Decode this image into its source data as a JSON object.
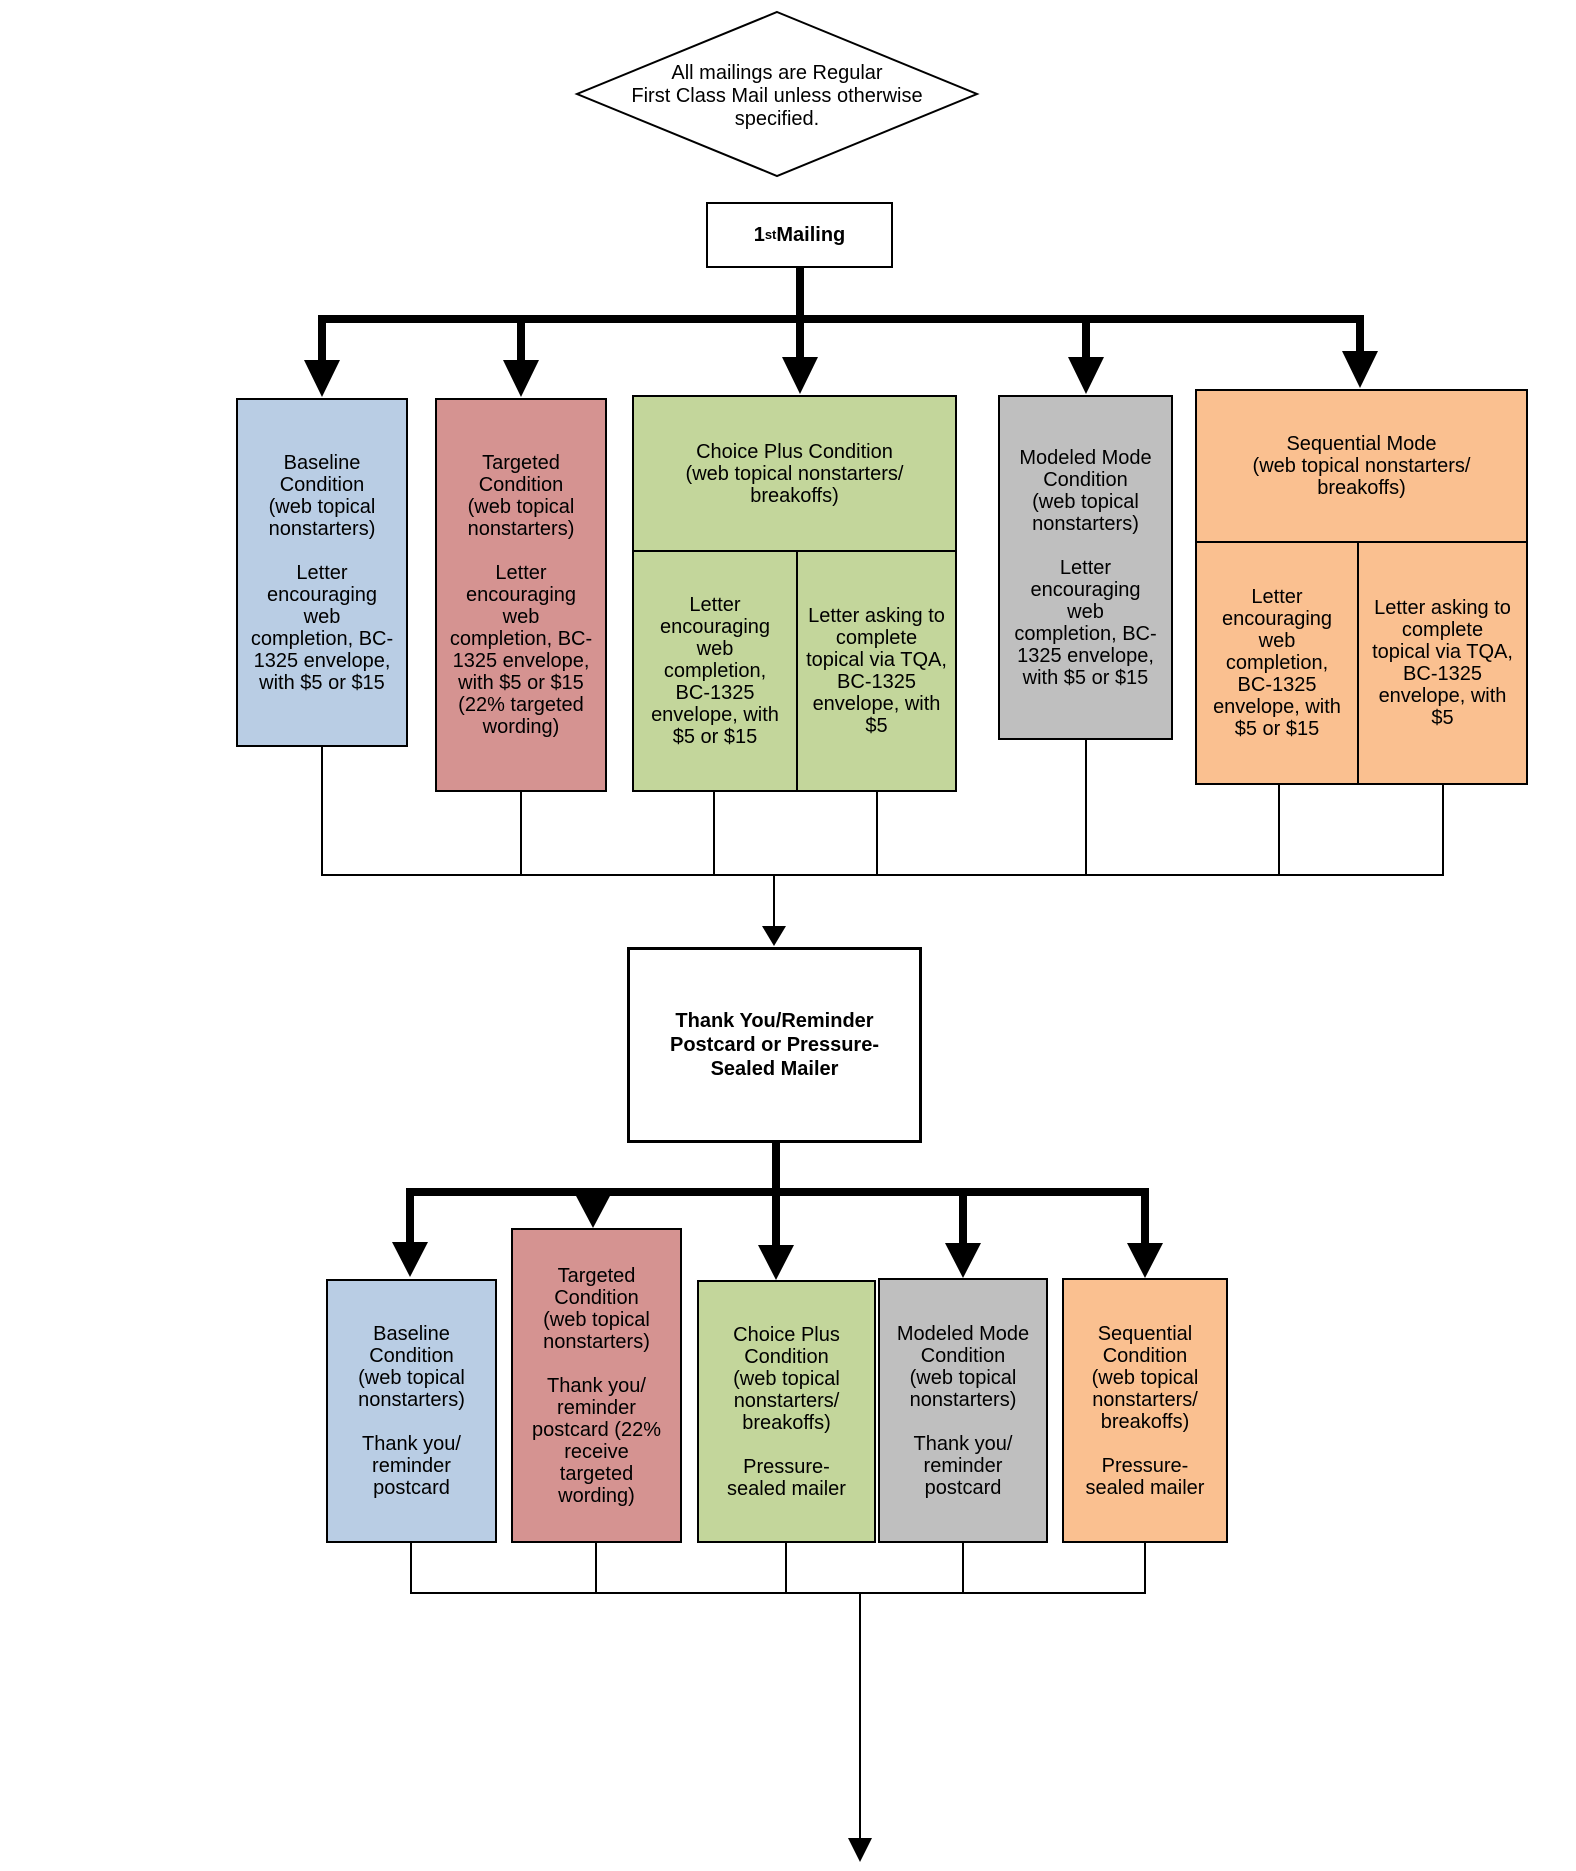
{
  "colors": {
    "baseline_blue": "#b9cde4",
    "targeted_red": "#d59391",
    "choice_green": "#c3d69b",
    "modeled_gray": "#bfbfbf",
    "sequential_orange": "#fac090",
    "connector_black": "#000000",
    "box_white": "#ffffff"
  },
  "note_diamond": {
    "text": "All mailings are Regular\nFirst Class Mail unless otherwise\nspecified."
  },
  "first_mailing": {
    "number": "1",
    "ordinal_suffix": "st",
    "label": " Mailing"
  },
  "mailing1": {
    "baseline": {
      "text": "Baseline\nCondition\n(web topical\nnonstarters)\n\nLetter\nencouraging\nweb\ncompletion, BC-\n1325 envelope,\nwith $5 or $15"
    },
    "targeted": {
      "text": "Targeted\nCondition\n(web topical\nnonstarters)\n\nLetter\nencouraging\nweb\ncompletion, BC-\n1325 envelope,\nwith $5 or $15\n(22% targeted\nwording)"
    },
    "choice_plus": {
      "header": "Choice Plus Condition\n(web topical nonstarters/\nbreakoffs)",
      "left": "Letter\nencouraging\nweb\ncompletion,\nBC-1325\nenvelope, with\n$5 or $15",
      "right": "Letter asking to\ncomplete\ntopical via TQA,\nBC-1325\nenvelope, with\n$5"
    },
    "modeled": {
      "text": "Modeled Mode\nCondition\n(web topical\nnonstarters)\n\nLetter\nencouraging\nweb\ncompletion, BC-\n1325 envelope,\nwith $5 or $15"
    },
    "sequential": {
      "header": "Sequential Mode\n(web topical nonstarters/\nbreakoffs)",
      "left": "Letter\nencouraging\nweb\ncompletion,\nBC-1325\nenvelope, with\n$5 or $15",
      "right": "Letter asking to\ncomplete\ntopical via TQA,\nBC-1325\nenvelope, with\n$5"
    }
  },
  "reminder": {
    "text": "Thank You/Reminder\nPostcard or Pressure-\nSealed Mailer"
  },
  "mailing2": {
    "baseline": {
      "text": "Baseline\nCondition\n(web topical\nnonstarters)\n\nThank you/\nreminder\npostcard"
    },
    "targeted": {
      "text": "Targeted\nCondition\n(web topical\nnonstarters)\n\nThank you/\nreminder\npostcard (22%\nreceive\ntargeted\nwording)"
    },
    "choice_plus": {
      "text": "Choice Plus\nCondition\n(web topical\nnonstarters/\nbreakoffs)\n\nPressure-\nsealed mailer"
    },
    "modeled": {
      "text": "Modeled Mode\nCondition\n(web topical\nnonstarters)\n\nThank you/\nreminder\npostcard"
    },
    "sequential": {
      "text": "Sequential\nCondition\n(web topical\nnonstarters/\nbreakoffs)\n\nPressure-\nsealed mailer"
    }
  }
}
